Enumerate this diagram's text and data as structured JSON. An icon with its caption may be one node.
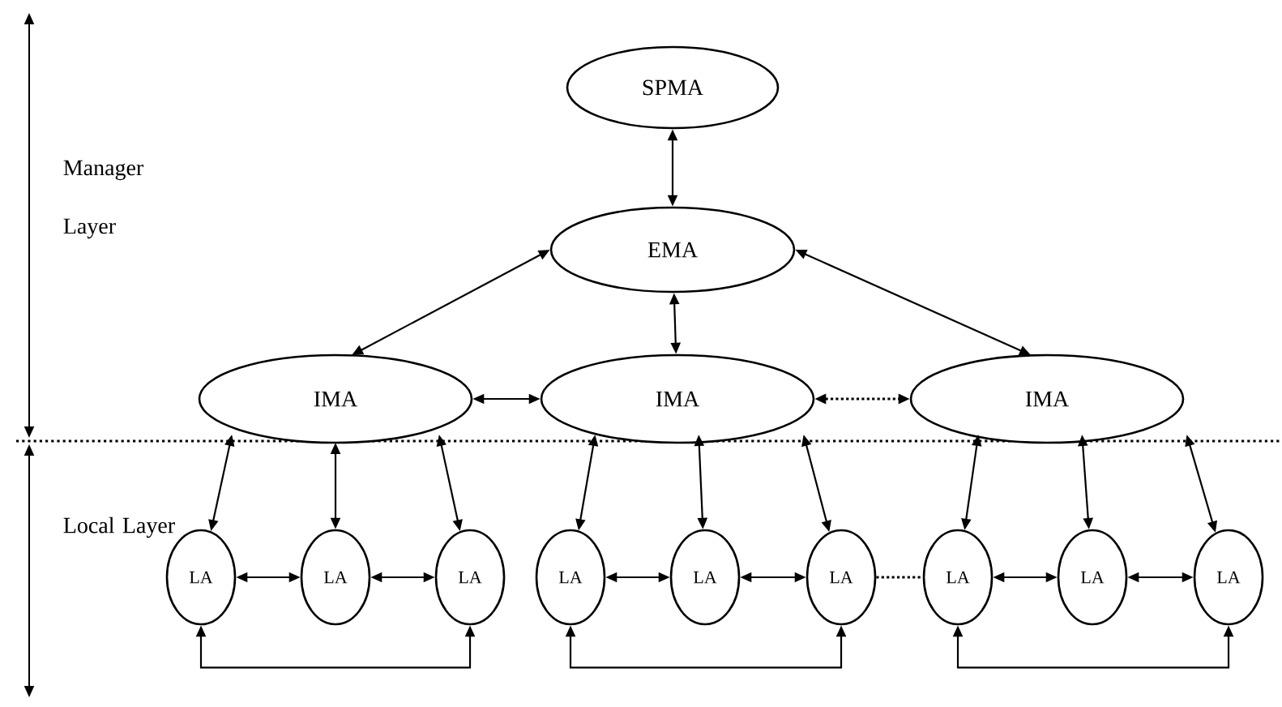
{
  "diagram": {
    "nodes": [
      {
        "text": [
          "SPMA"
        ]
      },
      {
        "text": [
          "EMA"
        ]
      },
      {
        "text": [
          "IMA"
        ]
      },
      {
        "text": [
          "IMA"
        ]
      },
      {
        "text": [
          "IMA"
        ]
      },
      {
        "text": [
          "LA"
        ]
      },
      {
        "text": [
          "LA"
        ]
      },
      {
        "text": [
          "LA"
        ]
      },
      {
        "text": [
          "LA"
        ]
      },
      {
        "text": [
          "LA"
        ]
      },
      {
        "text": [
          "LA"
        ]
      },
      {
        "text": [
          "LA"
        ]
      },
      {
        "text": [
          "LA"
        ]
      },
      {
        "text": [
          "LA"
        ]
      }
    ],
    "edges": [
      {
        "from": 0,
        "to": 1,
        "arrow": "both"
      },
      {
        "from": 1,
        "to": 2,
        "arrow": "both"
      },
      {
        "from": 1,
        "to": 3,
        "arrow": "both"
      },
      {
        "from": 1,
        "to": 4,
        "arrow": "both"
      },
      {
        "from": 2,
        "to": 3,
        "arrow": "both"
      },
      {
        "from": 3,
        "to": 4,
        "arrow": "both",
        "style": "dashed"
      },
      {
        "from": 2,
        "to": 5,
        "arrow": "both"
      },
      {
        "from": 2,
        "to": 6,
        "arrow": "both"
      },
      {
        "from": 2,
        "to": 7,
        "arrow": "both"
      },
      {
        "from": 3,
        "to": 8,
        "arrow": "both"
      },
      {
        "from": 3,
        "to": 9,
        "arrow": "both"
      },
      {
        "from": 3,
        "to": 10,
        "arrow": "both"
      },
      {
        "from": 4,
        "to": 11,
        "arrow": "both"
      },
      {
        "from": 4,
        "to": 12,
        "arrow": "both"
      },
      {
        "from": 4,
        "to": 13,
        "arrow": "both"
      },
      {
        "from": 5,
        "to": 6,
        "arrow": "both"
      },
      {
        "from": 6,
        "to": 7,
        "arrow": "both"
      },
      {
        "from": 8,
        "to": 9,
        "arrow": "both"
      },
      {
        "from": 9,
        "to": 10,
        "arrow": "both"
      },
      {
        "from": 10,
        "to": 11,
        "arrow": "none",
        "style": "dashed"
      },
      {
        "from": 11,
        "to": 12,
        "arrow": "both"
      },
      {
        "from": 12,
        "to": 13,
        "arrow": "both"
      },
      {
        "from": 5,
        "to": 7,
        "arrow": "both"
      },
      {
        "from": 8,
        "to": 10,
        "arrow": "both"
      },
      {
        "from": 11,
        "to": 13,
        "arrow": "both"
      }
    ],
    "labels": [
      "Manager Layer",
      "Local Layer"
    ]
  }
}
